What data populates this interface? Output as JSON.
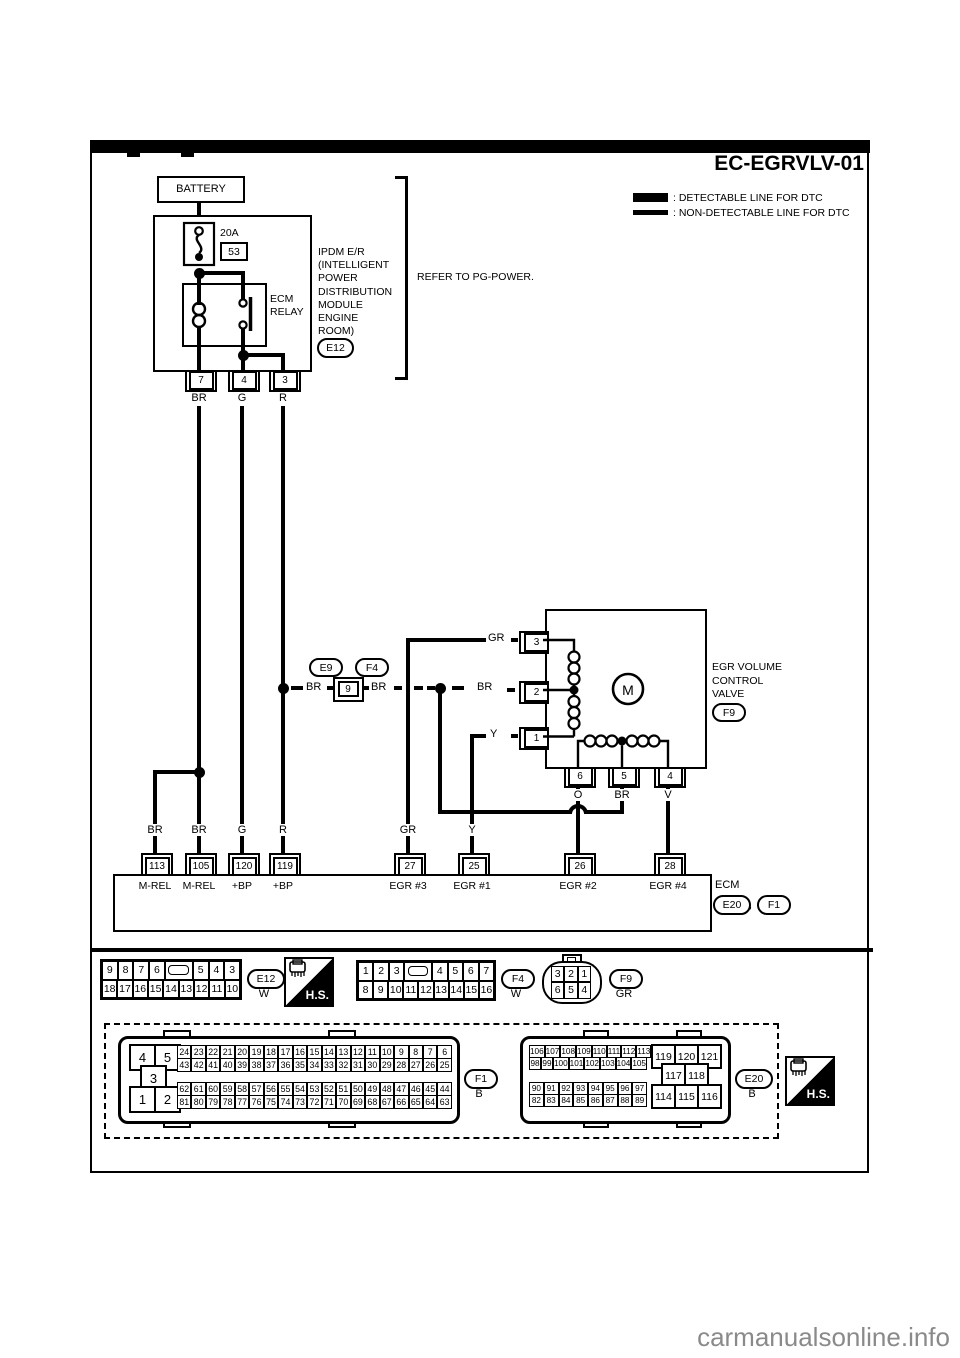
{
  "title": "EC-EGRVLV-01",
  "legend": {
    "detectable": ": DETECTABLE LINE FOR DTC",
    "non_detectable": ": NON-DETECTABLE LINE FOR DTC"
  },
  "refer_note": "REFER TO PG-POWER.",
  "watermark": "carmanualsonline.info",
  "power": {
    "battery": "BATTERY",
    "fuse_rating": "20A",
    "fuse_number": "53",
    "relay_label": "ECM RELAY",
    "ipdm_lines": [
      "IPDM E/R",
      "(INTELLIGENT",
      "POWER",
      "DISTRIBUTION",
      "MODULE",
      "ENGINE",
      "ROOM)"
    ],
    "ipdm_connector": "E12",
    "pins": [
      "7",
      "4",
      "3"
    ],
    "colors": [
      "BR",
      "G",
      "R"
    ]
  },
  "inline": {
    "left_conn": "E9",
    "right_conn": "F4",
    "pin": "9",
    "left_color": "BR",
    "right_color": "BR",
    "feed_color": "BR"
  },
  "valve": {
    "name_lines": [
      "EGR VOLUME",
      "CONTROL",
      "VALVE"
    ],
    "connector": "F9",
    "motor": "M",
    "left_pins": [
      {
        "color": "GR",
        "pin": "3"
      },
      {
        "color": "BR",
        "pin": "2"
      },
      {
        "color": "Y",
        "pin": "1"
      }
    ],
    "bottom_pins": [
      {
        "pin": "6",
        "color": "O"
      },
      {
        "pin": "5",
        "color": "BR"
      },
      {
        "pin": "4",
        "color": "V"
      }
    ]
  },
  "ecm": {
    "label": "ECM",
    "comma": ",",
    "conn1": "E20",
    "conn2": "F1",
    "terminals": [
      {
        "pin": "113",
        "name": "M-REL",
        "color": "BR"
      },
      {
        "pin": "105",
        "name": "M-REL",
        "color": "BR"
      },
      {
        "pin": "120",
        "name": "+BP",
        "color": "G"
      },
      {
        "pin": "119",
        "name": "+BP",
        "color": "R"
      },
      {
        "pin": "27",
        "name": "EGR #3",
        "color": "GR"
      },
      {
        "pin": "25",
        "name": "EGR #1",
        "color": "Y"
      },
      {
        "pin": "26",
        "name": "EGR #2"
      },
      {
        "pin": "28",
        "name": "EGR #4"
      }
    ]
  },
  "views": {
    "hs": "H.S.",
    "e12": {
      "id": "E12",
      "color": "W",
      "row1": [
        "9",
        "8",
        "7",
        "6",
        "",
        "5",
        "4",
        "3"
      ],
      "row2": [
        "18",
        "17",
        "16",
        "15",
        "14",
        "13",
        "12",
        "11",
        "10"
      ]
    },
    "f4": {
      "id": "F4",
      "color": "W",
      "row1": [
        "1",
        "2",
        "3",
        "",
        "4",
        "5",
        "6",
        "7"
      ],
      "row2": [
        "8",
        "9",
        "10",
        "11",
        "12",
        "13",
        "14",
        "15",
        "16"
      ]
    },
    "f9": {
      "id": "F9",
      "color": "GR",
      "row1": [
        "3",
        "2",
        "1"
      ],
      "row2": [
        "6",
        "5",
        "4"
      ]
    },
    "f1": {
      "id": "F1",
      "color": "B",
      "big1": [
        "4",
        "5"
      ],
      "big2": [
        "3"
      ],
      "big3": [
        "1",
        "2"
      ],
      "row1": [
        "24",
        "23",
        "22",
        "21",
        "20",
        "19",
        "18",
        "17",
        "16",
        "15",
        "14",
        "13",
        "12",
        "11",
        "10",
        "9",
        "8",
        "7",
        "6"
      ],
      "row2": [
        "43",
        "42",
        "41",
        "40",
        "39",
        "38",
        "37",
        "36",
        "35",
        "34",
        "33",
        "32",
        "31",
        "30",
        "29",
        "28",
        "27",
        "26",
        "25"
      ],
      "row3": [
        "62",
        "61",
        "60",
        "59",
        "58",
        "57",
        "56",
        "55",
        "54",
        "53",
        "52",
        "51",
        "50",
        "49",
        "48",
        "47",
        "46",
        "45",
        "44"
      ],
      "row4": [
        "81",
        "80",
        "79",
        "78",
        "77",
        "76",
        "75",
        "74",
        "73",
        "72",
        "71",
        "70",
        "69",
        "68",
        "67",
        "66",
        "65",
        "64",
        "63"
      ]
    },
    "e20": {
      "id": "E20",
      "color": "B",
      "row1": [
        "106",
        "107",
        "108",
        "109",
        "110",
        "111",
        "112",
        "113"
      ],
      "row2": [
        "98",
        "99",
        "100",
        "101",
        "102",
        "103",
        "104",
        "105"
      ],
      "row3": [
        "90",
        "91",
        "92",
        "93",
        "94",
        "95",
        "96",
        "97"
      ],
      "row4": [
        "82",
        "83",
        "84",
        "85",
        "86",
        "87",
        "88",
        "89"
      ],
      "big1": [
        "119",
        "120",
        "121"
      ],
      "big2": [
        "117",
        "118"
      ],
      "big3": [
        "114",
        "115",
        "116"
      ]
    }
  }
}
